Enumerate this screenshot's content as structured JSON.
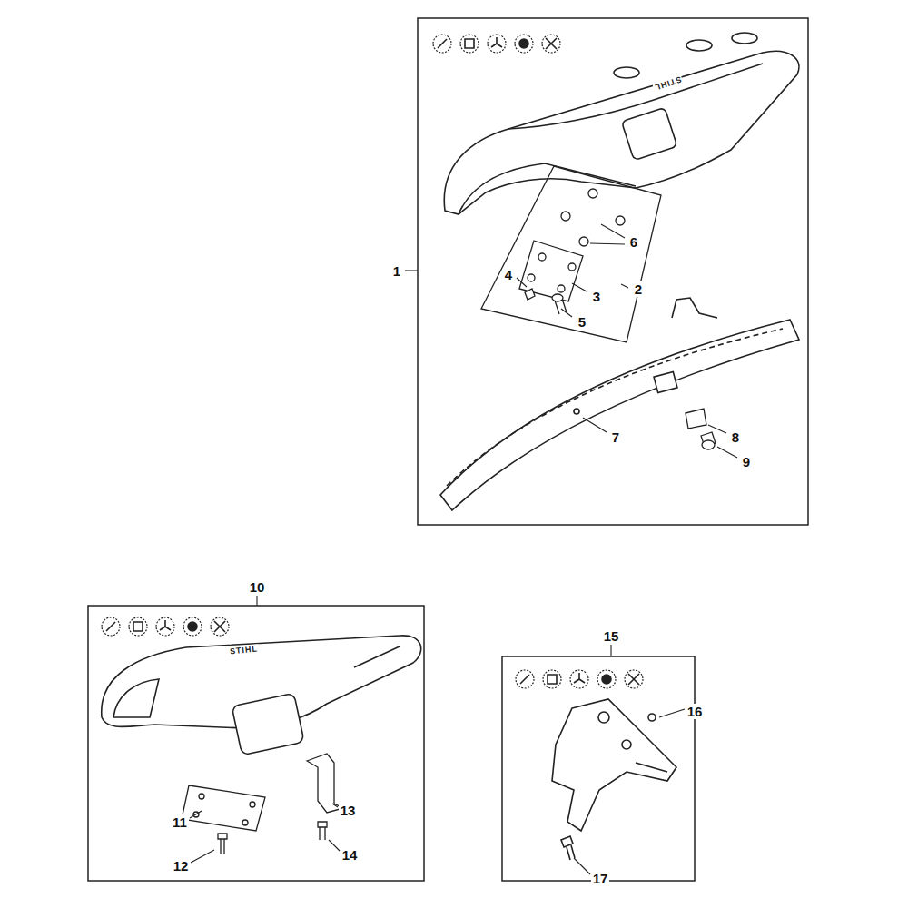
{
  "diagram": {
    "labels": [
      "1",
      "STIHL",
      "2",
      "3",
      "4",
      "5",
      "6",
      "7",
      "8",
      "9",
      "10",
      "STIHL",
      "11",
      "12",
      "13",
      "14",
      "15",
      "16",
      "17"
    ]
  }
}
